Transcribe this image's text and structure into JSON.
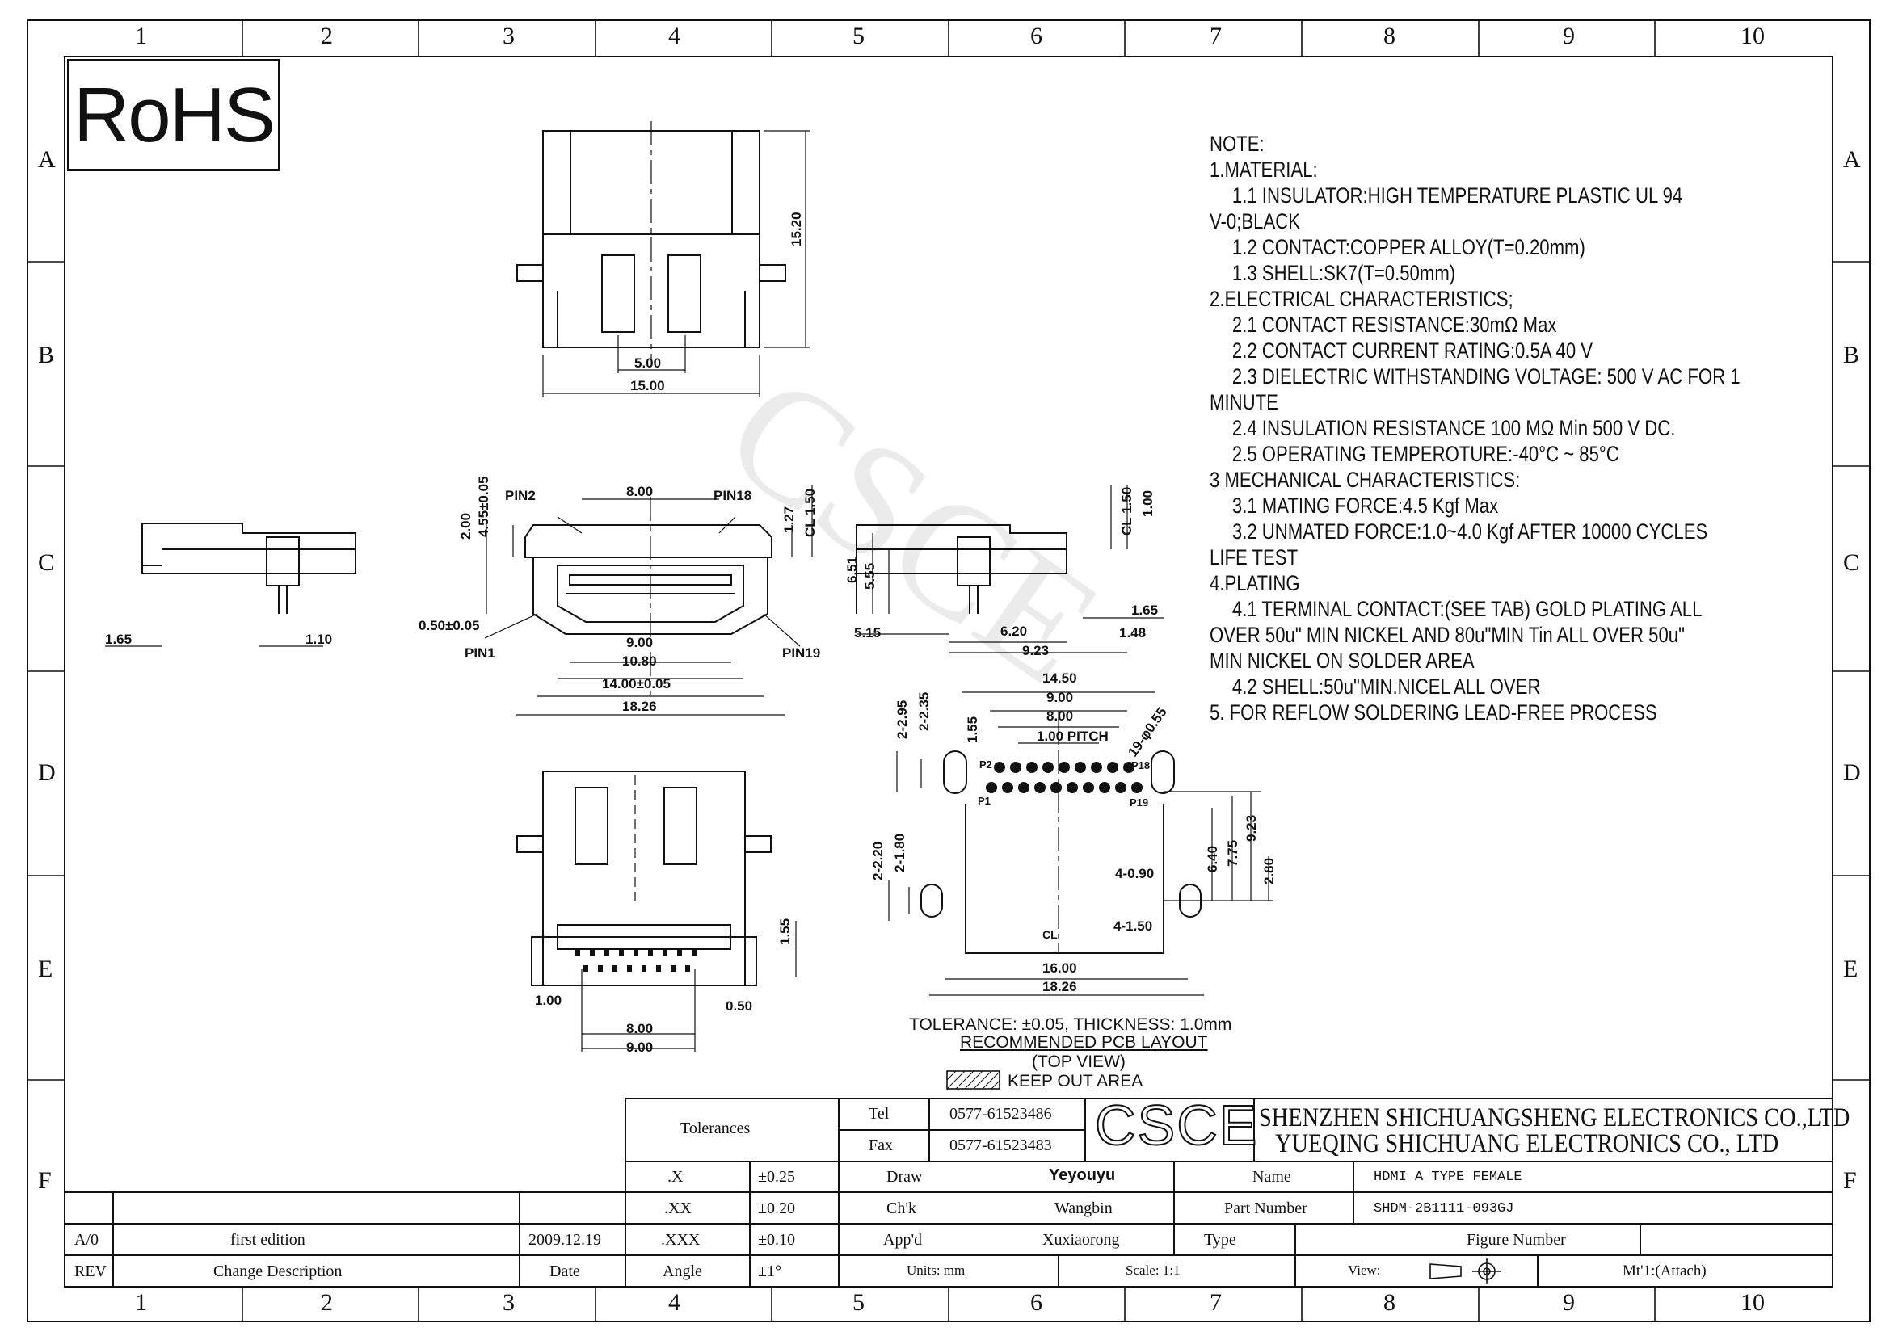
{
  "grid": {
    "cols": [
      "1",
      "2",
      "3",
      "4",
      "5",
      "6",
      "7",
      "8",
      "9",
      "10"
    ],
    "rows": [
      "A",
      "B",
      "C",
      "D",
      "E",
      "F"
    ]
  },
  "rohs": "RoHS",
  "watermark": "CSCE",
  "notes": [
    {
      "text": "NOTE:",
      "indent": false
    },
    {
      "text": "1.MATERIAL:",
      "indent": false
    },
    {
      "text": "1.1 INSULATOR:HIGH TEMPERATURE PLASTIC UL 94",
      "indent": true
    },
    {
      "text": "V-0;BLACK",
      "indent": false
    },
    {
      "text": "1.2 CONTACT:COPPER ALLOY(T=0.20mm)",
      "indent": true
    },
    {
      "text": "1.3 SHELL:SK7(T=0.50mm)",
      "indent": true
    },
    {
      "text": "2.ELECTRICAL CHARACTERISTICS;",
      "indent": false
    },
    {
      "text": "2.1 CONTACT RESISTANCE:30mΩ Max",
      "indent": true
    },
    {
      "text": "2.2 CONTACT CURRENT RATING:0.5A 40 V",
      "indent": true
    },
    {
      "text": "2.3 DIELECTRIC WITHSTANDING VOLTAGE: 500 V AC FOR 1",
      "indent": true
    },
    {
      "text": "MINUTE",
      "indent": false
    },
    {
      "text": "2.4 INSULATION RESISTANCE 100 MΩ Min 500 V DC.",
      "indent": true
    },
    {
      "text": "2.5 OPERATING TEMPEROTURE:-40°C ~ 85°C",
      "indent": true
    },
    {
      "text": "3 MECHANICAL CHARACTERISTICS:",
      "indent": false
    },
    {
      "text": "3.1 MATING FORCE:4.5 Kgf Max",
      "indent": true
    },
    {
      "text": "3.2 UNMATED FORCE:1.0~4.0 Kgf AFTER 10000 CYCLES",
      "indent": true
    },
    {
      "text": "LIFE TEST",
      "indent": false
    },
    {
      "text": "4.PLATING",
      "indent": false
    },
    {
      "text": "4.1 TERMINAL CONTACT:(SEE TAB) GOLD PLATING ALL",
      "indent": true
    },
    {
      "text": "OVER 50u\" MIN NICKEL AND 80u\"MIN Tin ALL OVER 50u\"",
      "indent": false
    },
    {
      "text": "MIN NICKEL ON SOLDER AREA",
      "indent": false
    },
    {
      "text": "4.2 SHELL:50u\"MIN.NICEL ALL OVER",
      "indent": true
    },
    {
      "text": "5. FOR REFLOW SOLDERING LEAD-FREE PROCESS",
      "indent": false
    }
  ],
  "dimensions": {
    "top_view": {
      "w5": "5.00",
      "w15": "15.00",
      "h15": "15.20"
    },
    "front_view": {
      "pin2": "PIN2",
      "pin18": "PIN18",
      "pin1": "PIN1",
      "pin19": "PIN19",
      "w8": "8.00",
      "w9": "9.00",
      "w108": "10.80",
      "w14": "14.00±0.05",
      "w1826": "18.26",
      "h455": "4.55±0.05",
      "h200": "2.00",
      "h127": "1.27",
      "cl150": "CL 1.50",
      "t050": "0.50±0.05"
    },
    "left_view": {
      "d165": "1.65",
      "d110": "1.10"
    },
    "side_view": {
      "h651": "6.51",
      "h555": "5.55",
      "cl150": "CL 1.50",
      "d100": "1.00",
      "d165": "1.65",
      "d148": "1.48",
      "d515": "5.15",
      "d620": "6.20",
      "d923": "9.23"
    },
    "bottom_view": {
      "d155": "1.55",
      "d100": "1.00",
      "d050": "0.50",
      "d800": "8.00",
      "d900": "9.00"
    },
    "pcb": {
      "d1450": "14.50",
      "d900": "9.00",
      "d800": "8.00",
      "pitch": "1.00 PITCH",
      "d19": "19-φ0.55",
      "d295": "2-2.95",
      "d235": "2-2.35",
      "d155": "1.55",
      "p2": "P2",
      "p18": "P18",
      "p1": "P1",
      "p19": "P19",
      "d220": "2-2.20",
      "d180": "2-1.80",
      "d090": "4-0.90",
      "d640": "6.40",
      "d775": "7.75",
      "d923": "9.23",
      "d280": "2.80",
      "cl": "CL",
      "d150": "4-1.50",
      "d1600": "16.00",
      "d1826": "18.26"
    },
    "pcb_caption": [
      "TOLERANCE: ±0.05, THICKNESS: 1.0mm",
      "RECOMMENDED PCB LAYOUT",
      "(TOP VIEW)",
      "KEEP OUT AREA"
    ]
  },
  "title_block": {
    "tolerances": "Tolerances",
    "tol_rows": [
      {
        "label": ".X",
        "value": "±0.25"
      },
      {
        "label": ".XX",
        "value": "±0.20"
      },
      {
        "label": ".XXX",
        "value": "±0.10"
      },
      {
        "label": "Angle",
        "value": "±1°"
      }
    ],
    "tel_label": "Tel",
    "tel": "0577-61523486",
    "fax_label": "Fax",
    "fax": "0577-61523483",
    "logo": "CSCE",
    "company1": "SHENZHEN SHICHUANGSHENG ELECTRONICS CO.,LTD",
    "company2": "YUEQING SHICHUANG ELECTRONICS CO., LTD",
    "draw_label": "Draw",
    "draw": "Yeyouyu",
    "chk_label": "Ch'k",
    "chk": "Wangbin",
    "app_label": "App'd",
    "app": "Xuxiaorong",
    "name_label": "Name",
    "name": "HDMI A TYPE FEMALE",
    "pn_label": "Part Number",
    "pn": "SHDM-2B1111-093GJ",
    "type_label": "Type",
    "fig_label": "Figure Number",
    "units": "Units: mm",
    "scale": "Scale: 1:1",
    "view": "View:",
    "mt": "Mt'1:(Attach)",
    "rev_label": "A/0",
    "rev_desc": "first edition",
    "rev_date": "2009.12.19",
    "rev_h": "REV",
    "desc_h": "Change Description",
    "date_h": "Date"
  }
}
